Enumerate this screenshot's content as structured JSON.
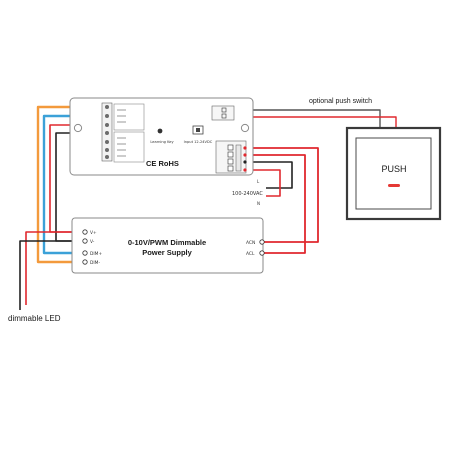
{
  "controller": {
    "ce_rohs": "CE RoHS",
    "learning_key": "Learning Key",
    "power_in": "Input 12-24VDC"
  },
  "power_supply": {
    "title_line1": "0-10V/PWM Dimmable",
    "title_line2": "Power Supply",
    "terminals_left": [
      "V+",
      "V-",
      "DIM+",
      "DIM-"
    ],
    "terminals_right": [
      "ACN",
      "ACL"
    ]
  },
  "mains": {
    "voltage": "100-240VAC",
    "line": "L",
    "neutral": "N"
  },
  "push_switch": {
    "caption": "optional push switch",
    "label": "PUSH"
  },
  "led_caption": "dimmable LED",
  "colors": {
    "wire_orange": "#F39A3C",
    "wire_blue": "#3BA1D8",
    "wire_red": "#E0282E",
    "wire_black": "#222222",
    "wire_gray": "#555555",
    "indicator_red": "#E53935",
    "box_stroke": "#8a8a8a",
    "switch_frame": "#3a3a3a"
  }
}
